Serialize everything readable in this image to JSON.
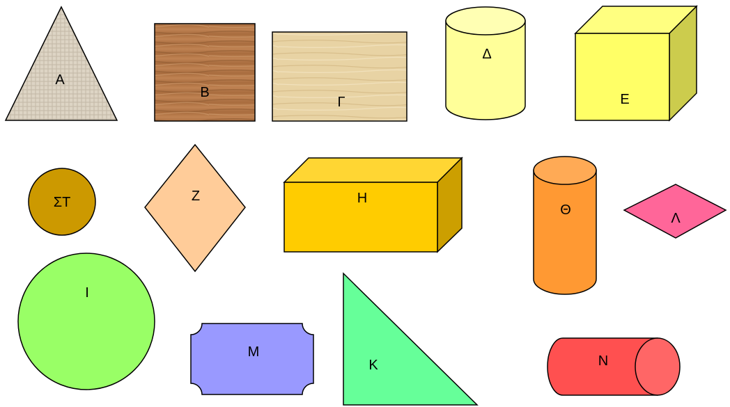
{
  "shapes": {
    "A": {
      "label": "Α"
    },
    "B": {
      "label": "Β"
    },
    "G": {
      "label": "Γ"
    },
    "D": {
      "label": "Δ"
    },
    "E": {
      "label": "Ε"
    },
    "ST": {
      "label": "ΣΤ"
    },
    "Z": {
      "label": "Ζ"
    },
    "H": {
      "label": "Η"
    },
    "TH": {
      "label": "Θ"
    },
    "L": {
      "label": "Λ"
    },
    "I": {
      "label": "Ι"
    },
    "M": {
      "label": "Μ"
    },
    "K": {
      "label": "Κ"
    },
    "N": {
      "label": "Ν"
    }
  },
  "colors": {
    "triangle_fabric": "#d9d0c0",
    "wood_dark": "#b5784a",
    "wood_light": "#e6cf9e",
    "cylinder_yellow": "#ffff99",
    "cube_yellow": "#ffff66",
    "circle_brown": "#cc9900",
    "diamond_peach": "#ffcc99",
    "box_gold": "#ffcc00",
    "cylinder_orange": "#ff9933",
    "rhombus_pink": "#ff6699",
    "circle_green": "#99ff66",
    "plaque_blue": "#9999ff",
    "right_triangle_green": "#66ff99",
    "cylinder_red": "#ff5050"
  }
}
